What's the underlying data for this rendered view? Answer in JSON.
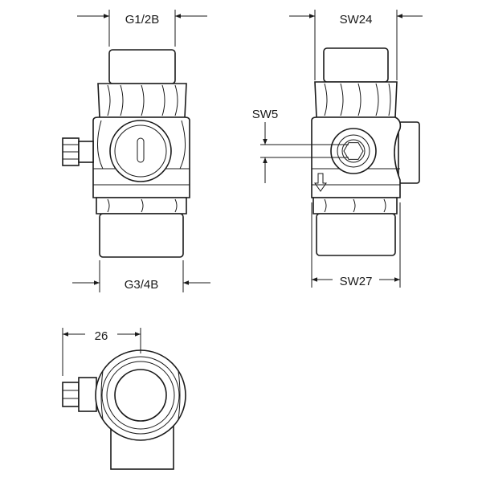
{
  "dimensions": {
    "front_top": "G1/2B",
    "front_bottom": "G3/4B",
    "side_top": "SW24",
    "side_socket": "SW5",
    "side_bottom": "SW27",
    "plan_width": "26"
  },
  "colors": {
    "line": "#1a1a1a",
    "background": "#ffffff"
  },
  "icons": {
    "flow_arrow": "down-arrow-icon"
  }
}
